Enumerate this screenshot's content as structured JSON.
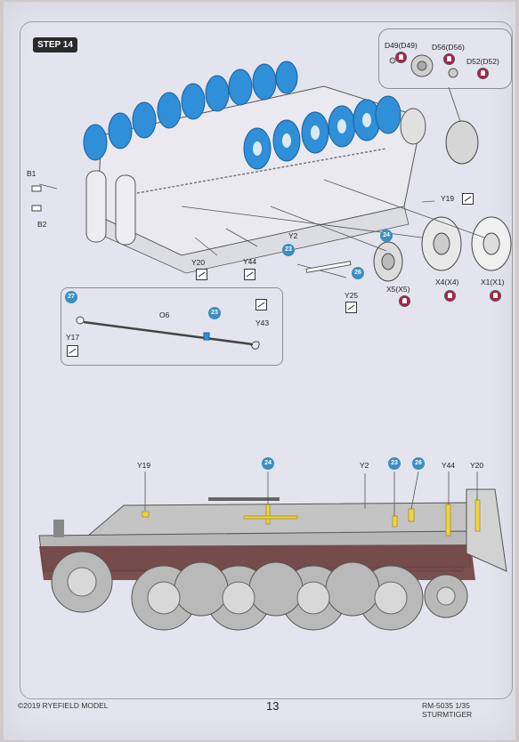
{
  "step": {
    "label": "STEP 14"
  },
  "callout": {
    "labels": [
      "D49(D49)",
      "D56(D56)",
      "D52(D52)"
    ]
  },
  "top_labels": {
    "b1": "B1",
    "b2": "B2",
    "y19": "Y19",
    "y2": "Y2",
    "y20": "Y20",
    "y44": "Y44",
    "y25": "Y25",
    "x5": "X5(X5)",
    "x4": "X4(X4)",
    "x1": "X1(X1)"
  },
  "circles": {
    "c23": "23",
    "c24": "24",
    "c26": "26",
    "c27": "27"
  },
  "inset": {
    "y17": "Y17",
    "o6": "O6",
    "y43": "Y43",
    "c23": "23"
  },
  "side_labels": {
    "y19": "Y19",
    "c24": "24",
    "y2": "Y2",
    "c23": "23",
    "c26": "26",
    "y44": "Y44",
    "y20": "Y20"
  },
  "footer": {
    "copyright": "©2019 RYEFIELD MODEL",
    "page": "13",
    "product": "RM-5035 1/35 STURMTIGER"
  },
  "colors": {
    "wheel_blue": "#2f8fd8",
    "circle_blue": "#3a8fc0",
    "hull_gray": "#bdbdbd",
    "part_yellow": "#f2d33a"
  }
}
